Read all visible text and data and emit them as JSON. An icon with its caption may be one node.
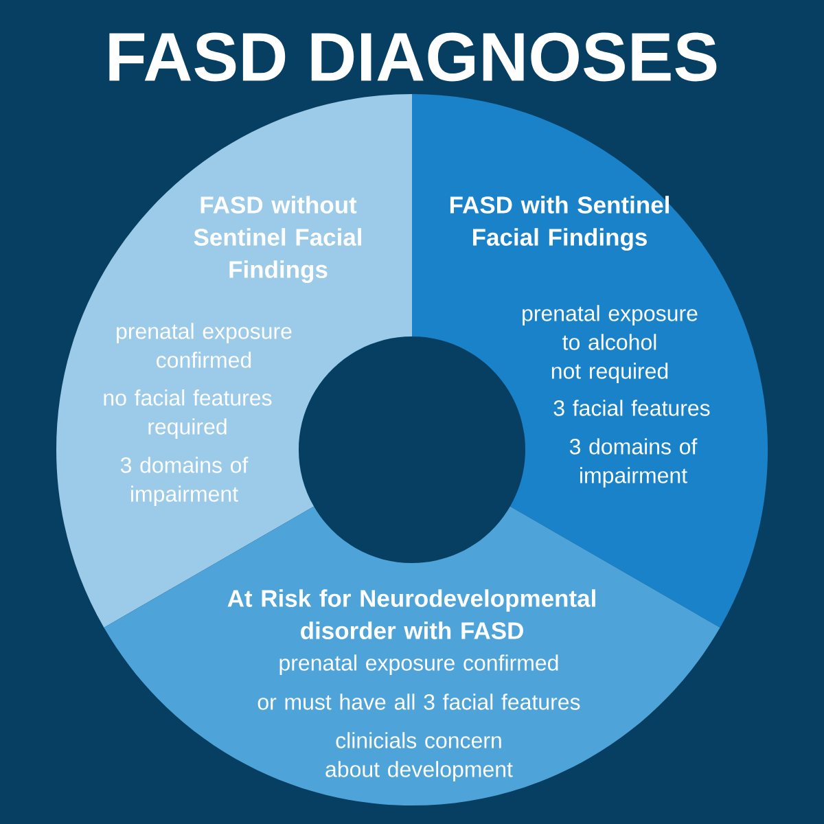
{
  "diagram": {
    "title": "FASD DIAGNOSES",
    "nodes": [
      {
        "text": [
          "FASD without Sentinel Facial Findings",
          "prenatal exposure confirmed",
          "no facial features required",
          "3 domains of impairment"
        ]
      },
      {
        "text": [
          "FASD with Sentinel Facial Findings",
          "prenatal exposure to alcohol not required",
          "3 facial features",
          "3 domains of impairment"
        ]
      },
      {
        "text": [
          "At Risk for Neurodevelopmental disorder with FASD",
          "prenatal exposure confirmed",
          "or must have all 3 facial features",
          "clinicials concern about development"
        ]
      }
    ]
  }
}
